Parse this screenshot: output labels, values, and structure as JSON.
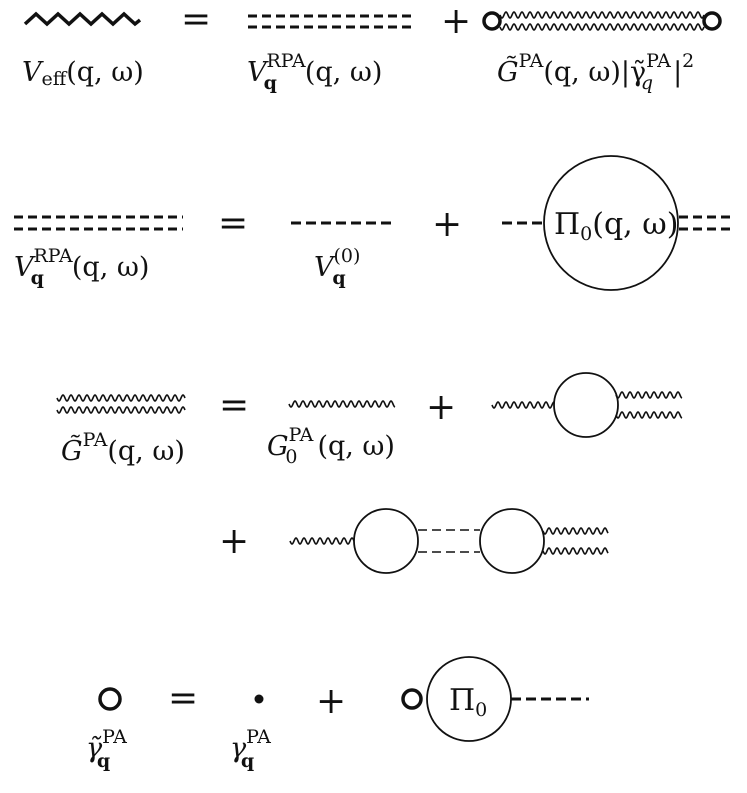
{
  "equations": {
    "eq1": {
      "label_veff": "V",
      "label_veff_sub": "eff",
      "label_veff_args": "(q, ω)",
      "equals": "=",
      "label_vrpa": "V",
      "label_vrpa_sup": "RPA",
      "label_vrpa_sub": "q",
      "label_vrpa_args": "(q, ω)",
      "plus": "+",
      "label_gpa": "G̃",
      "label_gpa_sup": "PA",
      "label_gpa_args": "(q, ω)|γ̃",
      "label_gamma_sup": "PA",
      "label_gamma_sub": "q",
      "label_tail": "|",
      "label_tail_sup": "2"
    },
    "eq2": {
      "label_vrpa": "V",
      "label_vrpa_sup": "RPA",
      "label_vrpa_sub": "q",
      "label_vrpa_args": "(q, ω)",
      "equals": "=",
      "label_v0": "V",
      "label_v0_sup": "(0)",
      "label_v0_sub": "q",
      "plus": "+",
      "bubble_label": "Π",
      "bubble_sub": "0",
      "bubble_args": "(q, ω)"
    },
    "eq3": {
      "label_gpa": "G̃",
      "label_gpa_sup": "PA",
      "label_gpa_args": "(q, ω)",
      "equals": "=",
      "label_g0": "G",
      "label_g0_sup": "PA",
      "label_g0_sub": "0",
      "label_g0_args": "(q, ω)",
      "plus": "+",
      "plus2": "+"
    },
    "eq4": {
      "label_gt": "γ̃",
      "label_gt_sup": "PA",
      "label_gt_sub": "q",
      "equals": "=",
      "label_g": "γ",
      "label_g_sup": "PA",
      "label_g_sub": "q",
      "plus": "+",
      "bubble_label": "Π",
      "bubble_sub": "0"
    }
  },
  "colors": {
    "ink": "#111111",
    "background": "#ffffff"
  }
}
